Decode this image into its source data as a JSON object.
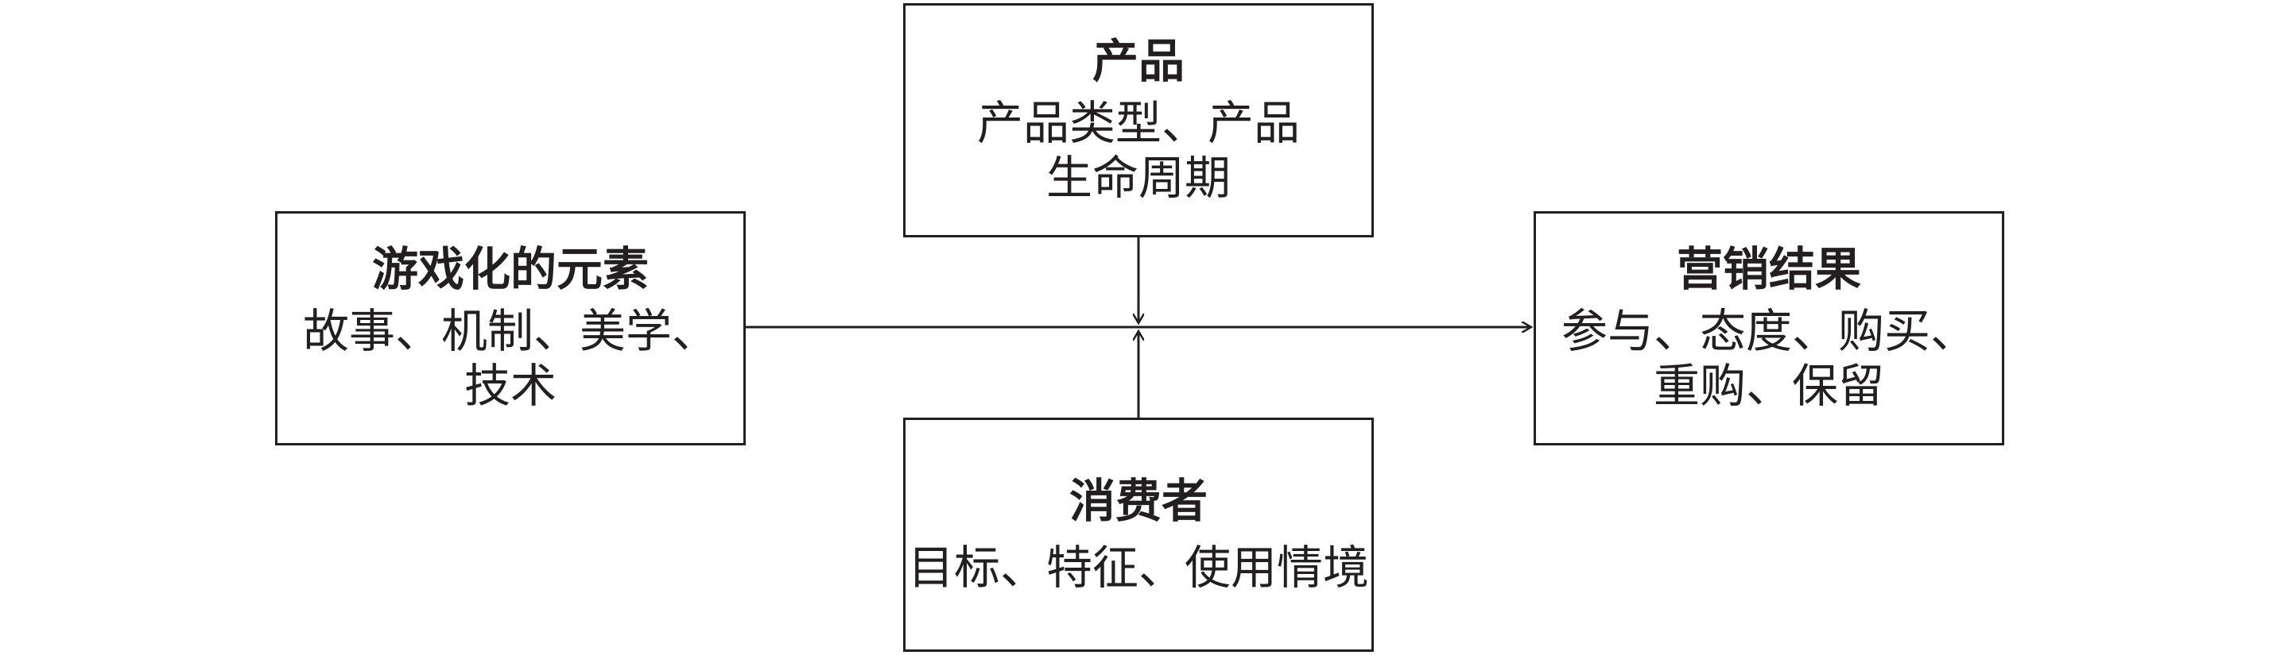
{
  "diagram": {
    "nodes": {
      "gamification": {
        "title": "游戏化的元素",
        "lines": [
          "故事、机制、美学、",
          "技术"
        ]
      },
      "product": {
        "title": "产品",
        "lines": [
          "产品类型、产品",
          "生命周期"
        ]
      },
      "consumer": {
        "title": "消费者",
        "lines": [
          "目标、特征、使用情境"
        ]
      },
      "outcome": {
        "title": "营销结果",
        "lines": [
          "参与、态度、购买、",
          "重购、保留"
        ]
      }
    },
    "edges": [
      {
        "from": "gamification",
        "to": "outcome",
        "style": "arrow"
      },
      {
        "from": "product",
        "to": "gamification-outcome-link",
        "style": "arrow"
      },
      {
        "from": "consumer",
        "to": "gamification-outcome-link",
        "style": "arrow"
      }
    ],
    "colors": {
      "line": "#231f20",
      "background": "#ffffff"
    }
  }
}
